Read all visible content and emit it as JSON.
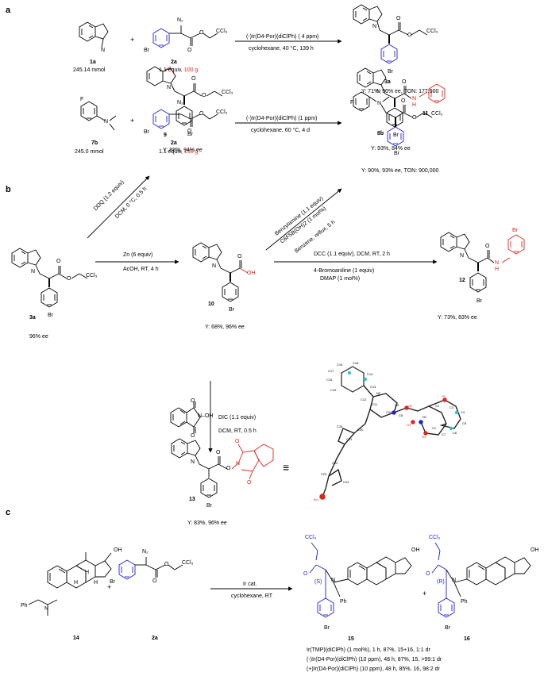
{
  "sections": {
    "a": "a",
    "b": "b",
    "c": "c"
  },
  "colors": {
    "red": "#e0231b",
    "blue": "#1f1fd8",
    "black": "#000000"
  },
  "part_a": {
    "row1": {
      "cmp1_id": "1a",
      "cmp1_amount": "245.14 mmol",
      "plus": "+",
      "cmp2_id": "2a",
      "cmp2_equiv": "1.1 equiv,",
      "cmp2_mass": "100 g",
      "catalyst": "(-)Ir(D4-Por)(diClPh) ( 4 ppm)",
      "conditions": "cyclohexane, 40 °C, 139 h",
      "product_id": "3a",
      "result": "Y: 71%, 96% ee, TON: 177,500"
    },
    "row2": {
      "cmp1_id": "7b",
      "cmp1_amount": "245.0 mmol",
      "plus": "+",
      "cmp2_id": "2a",
      "cmp2_equiv": "1.1 equiv,",
      "cmp2_mass": "100 g",
      "catalyst": "(-)Ir(D4-Por)(diClPh) (1 ppm)",
      "conditions": "cyclohexane, 60 °C, 4 d",
      "product_id": "8b",
      "result": "Y: 90%, 93% ee, TON: 900,000"
    }
  },
  "part_b": {
    "start_id": "3a",
    "start_ee": "96% ee",
    "ddq_reagent": "DDQ (1.2 equiv)",
    "ddq_cond": "DCM, 0 °C, 0.5 h",
    "p9_id": "9",
    "p9_result": "Y: 88%, 94% ee",
    "amide_r1": "Benzylamine (1.1 equiv)",
    "amide_r2": "C6F5B(OH)2 (1 mol%)",
    "amide_r3": "Benzene, reflux, 5 h",
    "p11_id": "11",
    "p11_result": "Y: 93%, 84% ee",
    "zn_reagent": "Zn (6 equiv)",
    "zn_cond": "AcOH, RT, 4 h",
    "p10_id": "10",
    "p10_result": "Y: 68%, 96% ee",
    "dcc_r1": "DCC (1.1 equiv), DCM, RT, 2 h",
    "dcc_r2": "4-Bromoaniline (1 equiv)",
    "dcc_r3": "DMAP (1 mol%)",
    "p12_id": "12",
    "p12_result": "Y: 73%, 83% ee",
    "dic_r1": "DIC (1.1 equiv)",
    "dic_r2": "DCM, RT, 0.5 h",
    "p13_id": "13",
    "p13_result": "Y: 83%, 96% ee",
    "equiv_sign": "≡",
    "xray_labels": [
      "C16",
      "C17",
      "C18",
      "C15",
      "C14",
      "C13",
      "C19",
      "C11",
      "C10",
      "C12",
      "N2",
      "C9",
      "C8",
      "O2",
      "O3",
      "N1",
      "O4",
      "C1",
      "C2",
      "C3",
      "C4",
      "C5",
      "C6",
      "C7",
      "C20",
      "C21",
      "C22",
      "C23",
      "C24",
      "C25",
      "Br1",
      "O1"
    ]
  },
  "part_c": {
    "cmp14_id": "14",
    "cmp2a_id": "2a",
    "plus": "+",
    "catalyst": "Ir cat.",
    "conditions": "cyclohexane, RT",
    "p15_id": "15",
    "p16_id": "16",
    "p15_config": "(S)",
    "p16_config": "(R)",
    "results": [
      "Ir(TMP)(diClPh) (1 mol%), 1 h, 87%, 15+16, 1:1 dr",
      "(-)Ir(D4-Por)(diClPh) (10 ppm), 48 h, 87%, 15, >99:1 dr",
      "(+)Ir(D4-Por)(diClPh) (10 ppm), 48 h, 85%, 16, 98:2 dr"
    ]
  },
  "atoms": {
    "N": "N",
    "O": "O",
    "N2": "N₂",
    "Br": "Br",
    "F": "F",
    "OH": "OH",
    "H": "H",
    "NH": "N",
    "Hn": "H",
    "CCl3": "CCl₃",
    "Ph": "Ph",
    "NOH": "N–OH"
  }
}
